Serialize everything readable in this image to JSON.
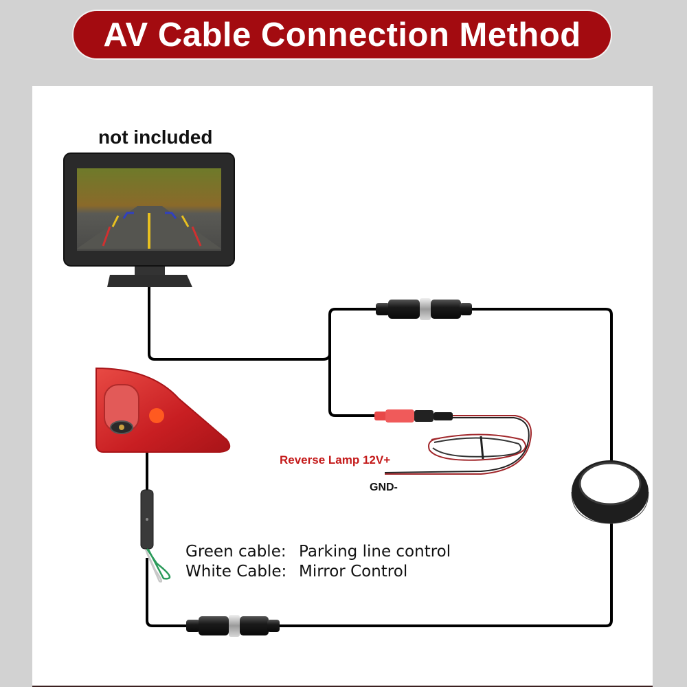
{
  "title": "AV Cable Connection Method",
  "colors": {
    "title_bg": "#a30b10",
    "background": "#d2d2d2",
    "panel": "#ffffff",
    "wire": "#000000",
    "reverse_label": "#c41a1a",
    "taillight_red": "#d42a2a"
  },
  "components": {
    "monitor": {
      "label": "not included",
      "icon": "monitor-icon"
    },
    "camera": {
      "icon": "brake-light-camera-icon"
    },
    "aviation_connector_top": {
      "icon": "aviation-connector-icon"
    },
    "aviation_connector_bottom": {
      "icon": "aviation-connector-icon"
    },
    "power_plug": {
      "icon": "dc-power-plug-icon"
    },
    "power_wire": {
      "icon": "red-black-wire-icon"
    },
    "cable_coil": {
      "icon": "cable-coil-icon"
    },
    "control_box": {
      "icon": "inline-control-box-icon"
    }
  },
  "power_labels": {
    "positive": "Reverse Lamp 12V+",
    "ground": "GND-"
  },
  "control_wires": [
    {
      "name": "Green cable:",
      "function": "Parking line control"
    },
    {
      "name": "White Cable:",
      "function": "Mirror Control"
    }
  ]
}
